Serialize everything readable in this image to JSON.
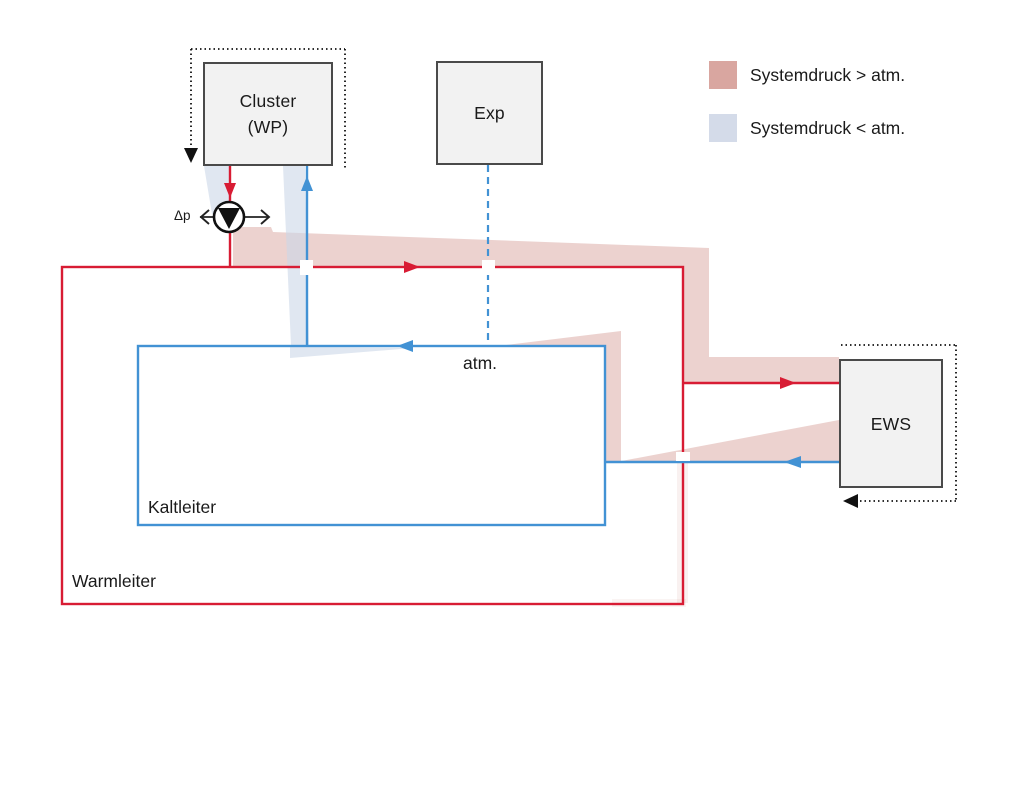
{
  "diagram": {
    "boxes": {
      "cluster": {
        "label_line1": "Cluster",
        "label_line2": "(WP)"
      },
      "exp": {
        "label": "Exp"
      },
      "ews": {
        "label": "EWS"
      }
    },
    "labels": {
      "warm_circuit": "Warmleiter",
      "cold_circuit": "Kaltleiter",
      "atmosphere": "atm.",
      "pressure_delta": "Δp"
    },
    "legend": {
      "items": [
        {
          "label": "Systemdruck > atm.",
          "color": "#d9a6a0"
        },
        {
          "label": "Systemdruck < atm.",
          "color": "#d4dbe9"
        }
      ]
    },
    "colors": {
      "warm_line": "#d81c34",
      "cold_line": "#4292d4",
      "overpressure_fill": "#d9a6a0",
      "underpressure_fill": "#ccd7e8",
      "box_fill": "#f2f2f2",
      "box_border": "#4a4a4a",
      "annotation": "#1a1a1a"
    }
  }
}
